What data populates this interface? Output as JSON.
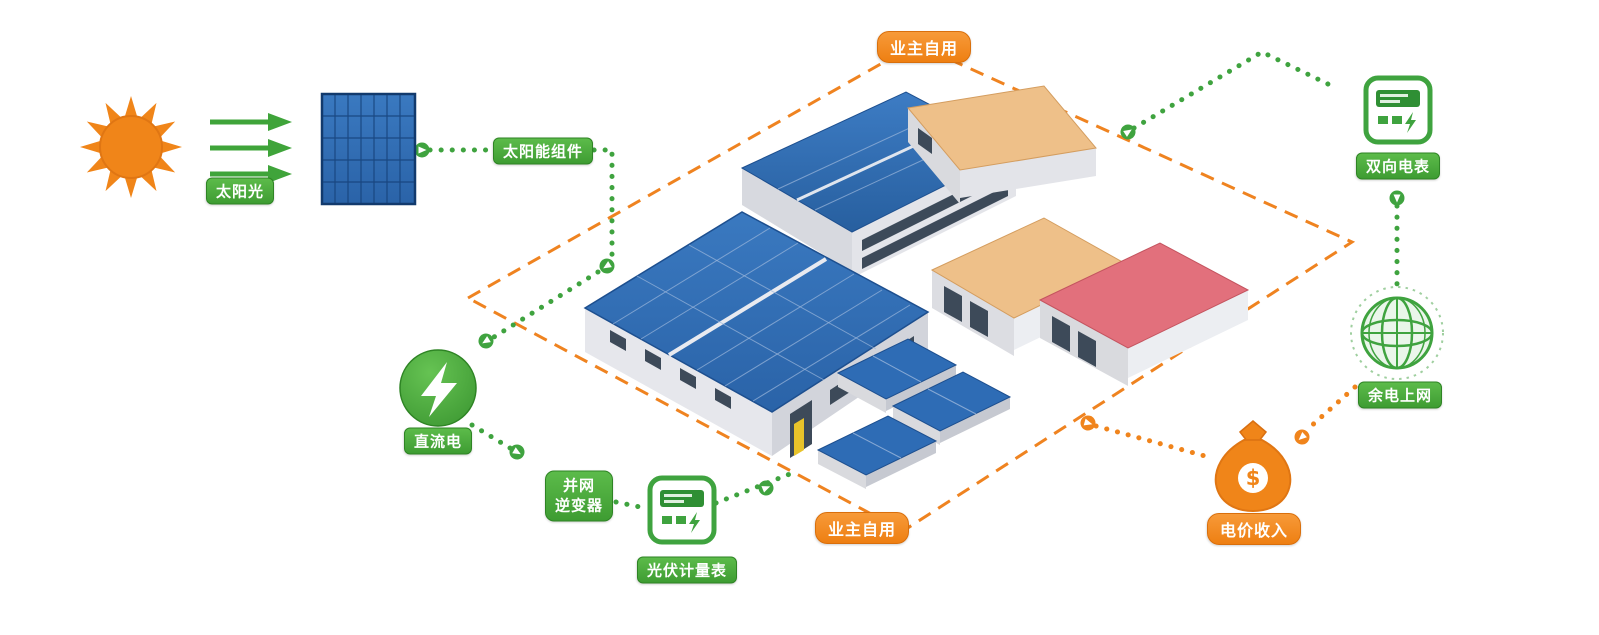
{
  "diagram": {
    "labels": {
      "sunlight": "太阳光",
      "solar_module": "太阳能组件",
      "owner_self_use_top": "业主自用",
      "owner_self_use_bottom": "业主自用",
      "dc_power": "直流电",
      "inverter_line1": "并网",
      "inverter_line2": "逆变器",
      "pv_meter": "光伏计量表",
      "bidirectional_meter": "双向电表",
      "surplus_to_grid": "余电上网",
      "electricity_income": "电价收入",
      "money_symbol": "$"
    },
    "icons": {
      "sun": "sun-icon",
      "sunlight_arrows": "sunlight-arrows-icon",
      "solar_panel": "solar-panel-icon",
      "dc_bolt": "dc-lightning-icon",
      "pv_meter": "pv-meter-icon",
      "bidirectional_meter": "bidirectional-meter-icon",
      "grid_globe": "power-grid-globe-icon",
      "money_bag": "money-bag-icon"
    },
    "colors": {
      "green": "#3fa33f",
      "orange": "#f0841c",
      "panel_blue": "#2e6cb5",
      "panel_blue_dark": "#1d4f8f",
      "roof_tan": "#eec089",
      "roof_pink": "#e2707c",
      "wall_light": "#e6e7ec",
      "wall_mid": "#d2d4db",
      "window_dark": "#3d4a59"
    }
  }
}
